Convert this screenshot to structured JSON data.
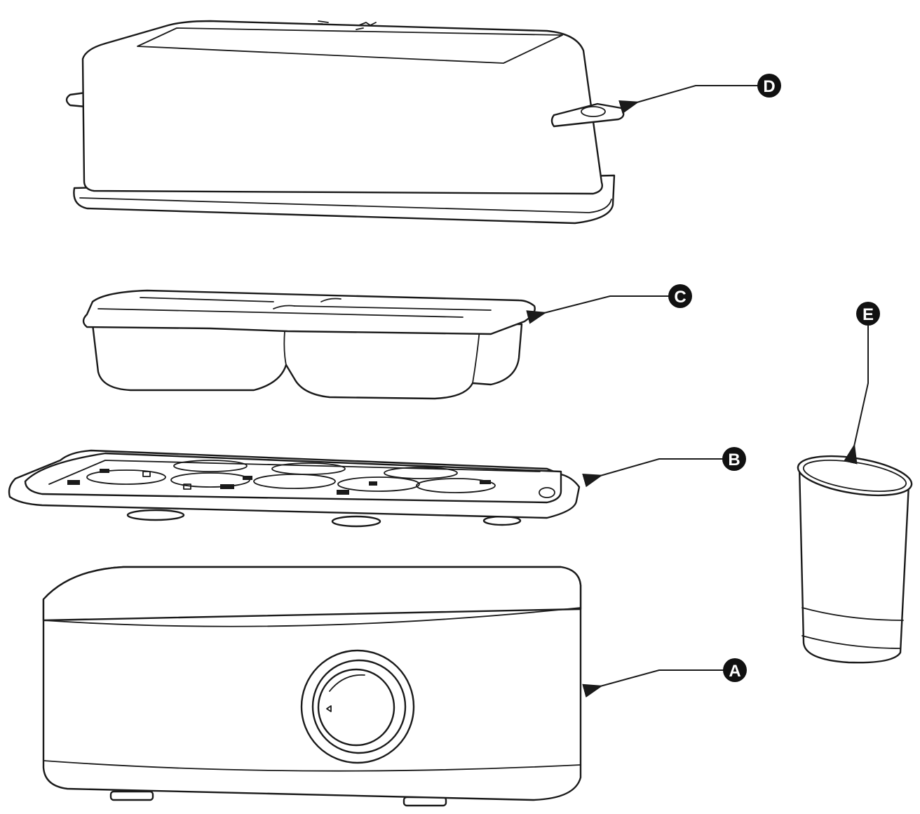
{
  "callouts": [
    {
      "id": "D",
      "label": "D"
    },
    {
      "id": "C",
      "label": "C"
    },
    {
      "id": "B",
      "label": "B"
    },
    {
      "id": "A",
      "label": "A"
    },
    {
      "id": "E",
      "label": "E"
    }
  ],
  "colors": {
    "line": "#1a1a1a",
    "badge": "#111111",
    "background": "#ffffff"
  }
}
